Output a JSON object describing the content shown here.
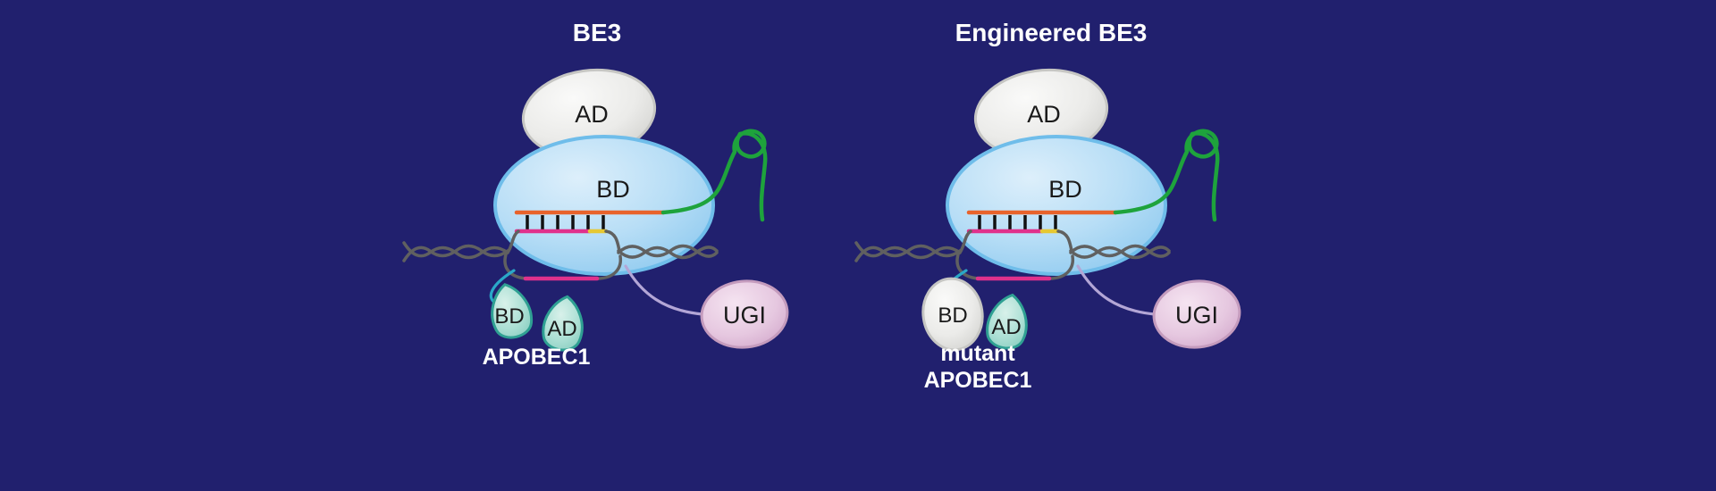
{
  "figure": {
    "description_labels": {
      "left_title": "BE3",
      "right_title": "Engineered BE3"
    }
  },
  "panels": [
    {
      "title": "BE3",
      "cas9_ad": "AD",
      "cas9_bd": "BD",
      "apobec_bd": "BD",
      "apobec_ad": "AD",
      "apobec_name": "APOBEC1",
      "ugi": "UGI"
    },
    {
      "title": "Engineered BE3",
      "cas9_ad": "AD",
      "cas9_bd": "BD",
      "apobec_bd": "BD",
      "apobec_ad": "AD",
      "apobec_name_line1": "mutant",
      "apobec_name_line2": "APOBEC1",
      "ugi": "UGI"
    }
  ],
  "colors": {
    "background": "#21206e",
    "cas9_body_blue": "#a6d4f2",
    "cas9_outline_blue": "#6fbdea",
    "ad_domain_grey": "#e8e8e6",
    "deaminase_teal": "#a9ddd3",
    "deaminase_outline_teal": "#2fa093",
    "ugi_pink": "#e3c3dc",
    "sgrna_green": "#1ea33c",
    "dna_grey": "#606060",
    "hybrid_orange": "#e8632c",
    "edit_pink": "#e0318c",
    "pam_yellow": "#e6c832",
    "linker_cyan": "#2aa8c8",
    "linker_lavender": "#b3a6d6"
  }
}
